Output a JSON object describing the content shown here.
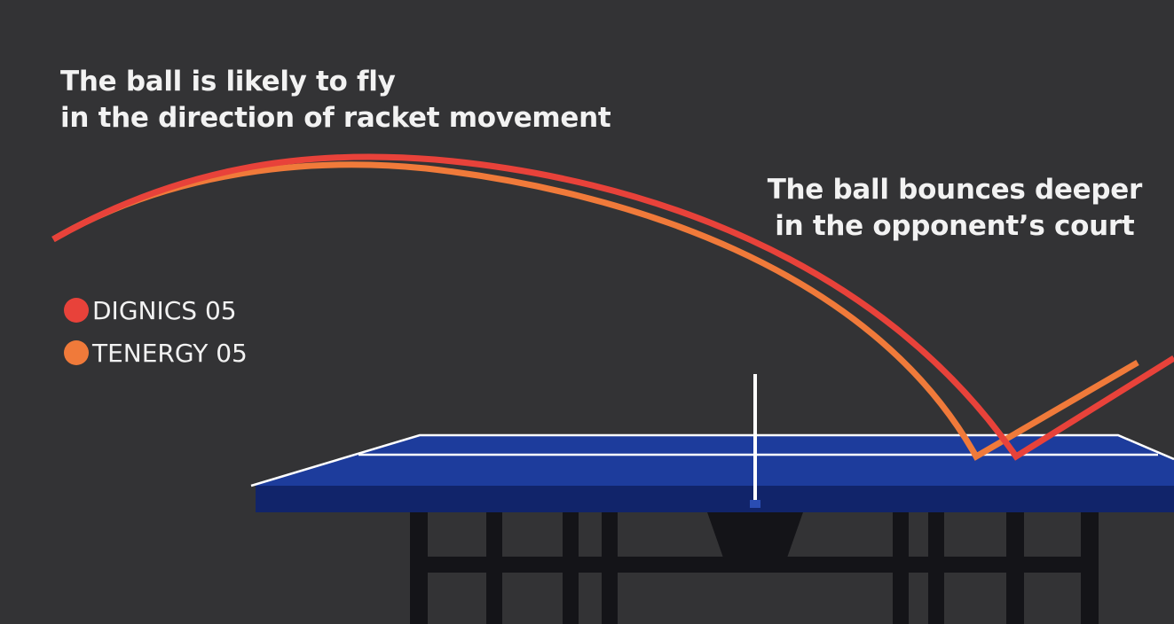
{
  "annotations": {
    "left_caption": [
      "The ball is likely to fly",
      "in the direction of racket movement"
    ],
    "right_caption": [
      "The ball bounces deeper",
      "in the opponent’s court"
    ]
  },
  "legend": [
    {
      "label": "DIGNICS 05",
      "color": "#e8423a"
    },
    {
      "label": "TENERGY 05",
      "color": "#f07a3a"
    }
  ],
  "colors": {
    "background": "#333335",
    "table_top": "#1d3c9c",
    "table_edge": "#11246a",
    "table_lines": "#ffffff",
    "table_legs": "#141418",
    "net": "#ffffff"
  }
}
